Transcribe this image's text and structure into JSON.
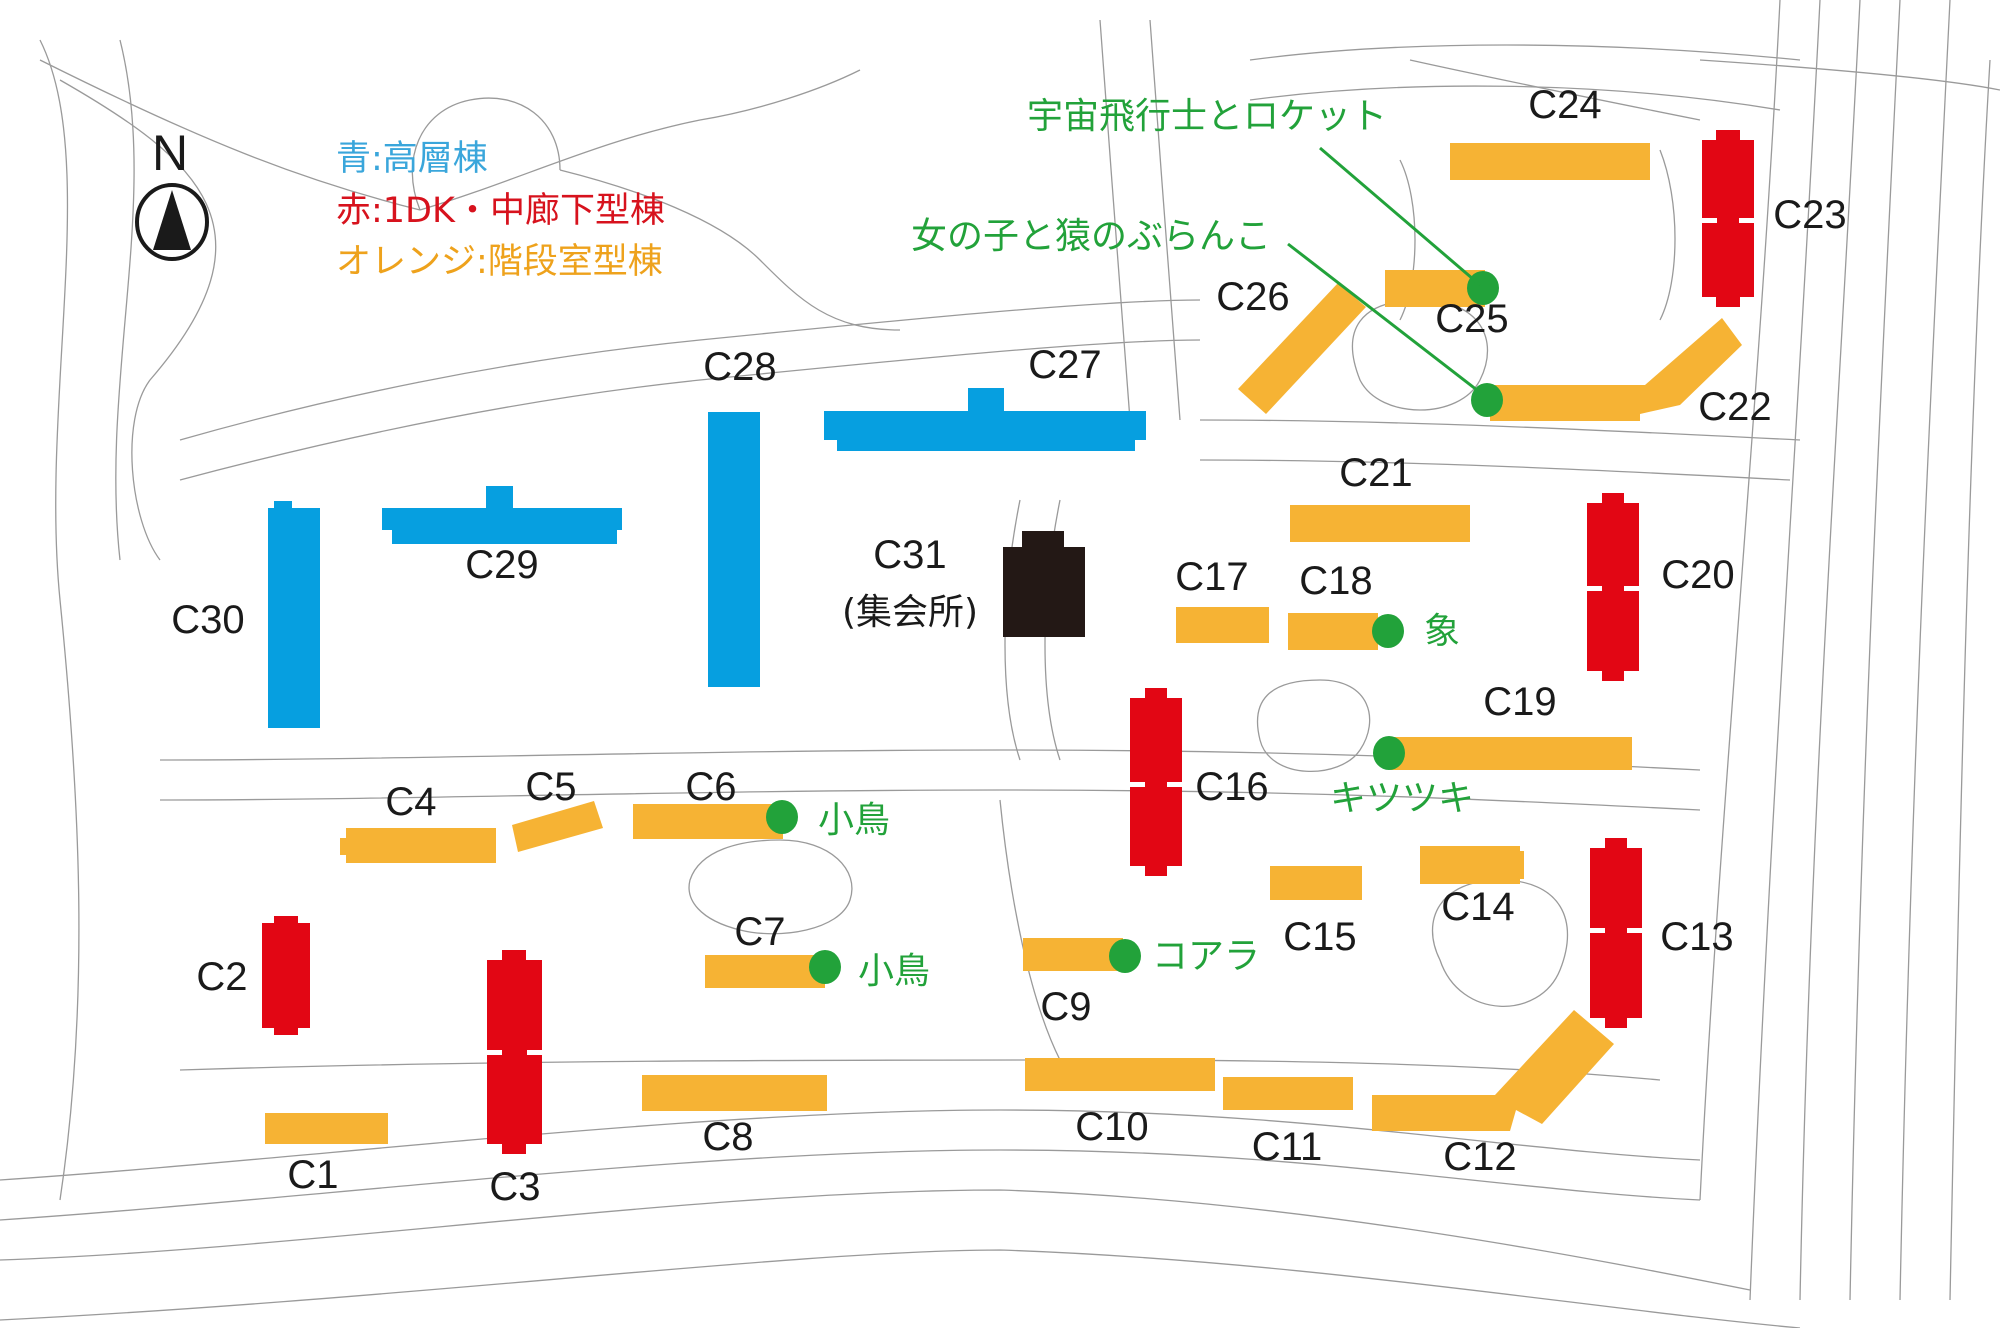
{
  "colors": {
    "high_rise": "#069fe0",
    "one_dk_corridor": "#e20614",
    "staircase": "#f6b334",
    "meeting_hall": "#231815",
    "feature": "#22a23a",
    "label": "#1a1a1a"
  },
  "compass": {
    "label": "N"
  },
  "legend": [
    {
      "key": "high_rise",
      "text": "青:高層棟"
    },
    {
      "key": "one_dk_corridor",
      "text": "赤:1DK・中廊下型棟"
    },
    {
      "key": "staircase",
      "text": "オレンジ:階段室型棟"
    }
  ],
  "buildings": [
    {
      "id": "C1",
      "type": "staircase"
    },
    {
      "id": "C2",
      "type": "one_dk_corridor"
    },
    {
      "id": "C3",
      "type": "one_dk_corridor"
    },
    {
      "id": "C4",
      "type": "staircase"
    },
    {
      "id": "C5",
      "type": "staircase"
    },
    {
      "id": "C6",
      "type": "staircase"
    },
    {
      "id": "C7",
      "type": "staircase"
    },
    {
      "id": "C8",
      "type": "staircase"
    },
    {
      "id": "C9",
      "type": "staircase"
    },
    {
      "id": "C10",
      "type": "staircase"
    },
    {
      "id": "C11",
      "type": "staircase"
    },
    {
      "id": "C12",
      "type": "staircase"
    },
    {
      "id": "C13",
      "type": "one_dk_corridor"
    },
    {
      "id": "C14",
      "type": "staircase"
    },
    {
      "id": "C15",
      "type": "staircase"
    },
    {
      "id": "C16",
      "type": "one_dk_corridor"
    },
    {
      "id": "C17",
      "type": "staircase"
    },
    {
      "id": "C18",
      "type": "staircase"
    },
    {
      "id": "C19",
      "type": "staircase"
    },
    {
      "id": "C20",
      "type": "one_dk_corridor"
    },
    {
      "id": "C21",
      "type": "staircase"
    },
    {
      "id": "C22",
      "type": "staircase"
    },
    {
      "id": "C23",
      "type": "one_dk_corridor"
    },
    {
      "id": "C24",
      "type": "staircase"
    },
    {
      "id": "C25",
      "type": "staircase"
    },
    {
      "id": "C26",
      "type": "staircase"
    },
    {
      "id": "C27",
      "type": "high_rise"
    },
    {
      "id": "C28",
      "type": "high_rise"
    },
    {
      "id": "C29",
      "type": "high_rise"
    },
    {
      "id": "C30",
      "type": "high_rise"
    },
    {
      "id": "C31",
      "type": "meeting_hall",
      "sub": "(集会所)"
    }
  ],
  "features": [
    {
      "name": "宇宙飛行士とロケット",
      "building": "C25"
    },
    {
      "name": "女の子と猿のぶらんこ",
      "building": "C22"
    },
    {
      "name": "象",
      "building": "C18"
    },
    {
      "name": "キツツキ",
      "building": "C19"
    },
    {
      "name": "小鳥",
      "building": "C6"
    },
    {
      "name": "小鳥",
      "building": "C7"
    },
    {
      "name": "コアラ",
      "building": "C9"
    }
  ]
}
